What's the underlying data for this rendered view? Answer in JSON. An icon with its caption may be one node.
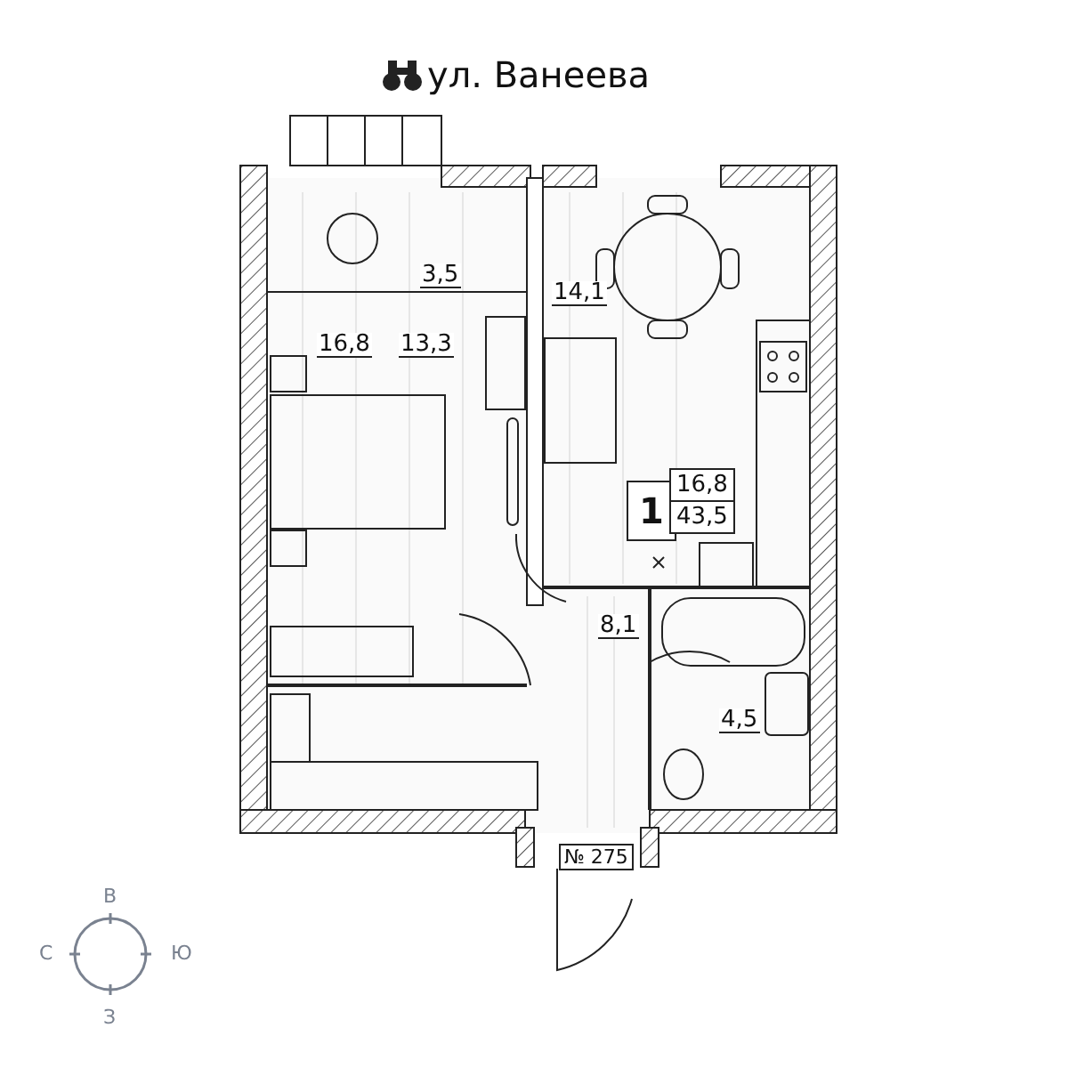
{
  "diagram": {
    "title": "ул. Ванеева",
    "labels": [
      "3,5",
      "14,1",
      "16,8",
      "13,3",
      "1",
      "16,8",
      "43,5",
      "8,1",
      "4,5",
      "№ 275",
      "В",
      "С",
      "Ю",
      "З"
    ]
  }
}
